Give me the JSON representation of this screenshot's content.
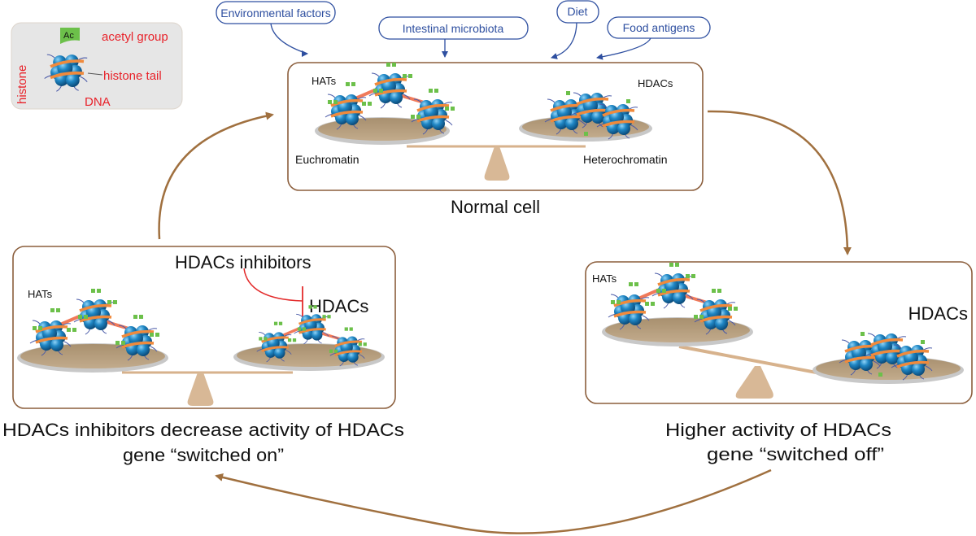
{
  "legend": {
    "ac_label": "Ac",
    "acetyl_group": "acetyl group",
    "histone": "histone",
    "histone_tail": "histone tail",
    "dna": "DNA"
  },
  "factors": [
    {
      "label": "Environmental factors"
    },
    {
      "label": "Intestinal microbiota"
    },
    {
      "label": "Diet"
    },
    {
      "label": "Food antigens"
    }
  ],
  "normal_cell": {
    "hats": "HATs",
    "hdacs": "HDACs",
    "left_label": "Euchromatin",
    "right_label": "Heterochromatin",
    "caption": "Normal cell"
  },
  "inhibitor_panel": {
    "hats": "HATs",
    "inhibitors": "HDACs inhibitors",
    "hdacs": "HDACs",
    "caption_line1": "HDACs inhibitors decrease activity of HDACs",
    "caption_line2": "gene “switched on”"
  },
  "hdac_panel": {
    "hats": "HATs",
    "hdacs": "HDACs",
    "caption_line1": "Higher activity of HDACs",
    "caption_line2": "gene “switched off”"
  },
  "colors": {
    "box_border": "#8b5e3c",
    "cycle_arrow": "#a0703f",
    "factor_blue": "#2e4fa0",
    "legend_red": "#e8222a",
    "legend_bg": "#e6e6e6",
    "plate": "#b39a7c",
    "plate_rim": "#c8c8c8",
    "fulcrum": "#d8b896",
    "histone_blue": "#1f86c4",
    "dna_orange": "#f08a3c",
    "acetyl_green": "#6cc04a",
    "inhibit_red": "#e32b2b"
  }
}
